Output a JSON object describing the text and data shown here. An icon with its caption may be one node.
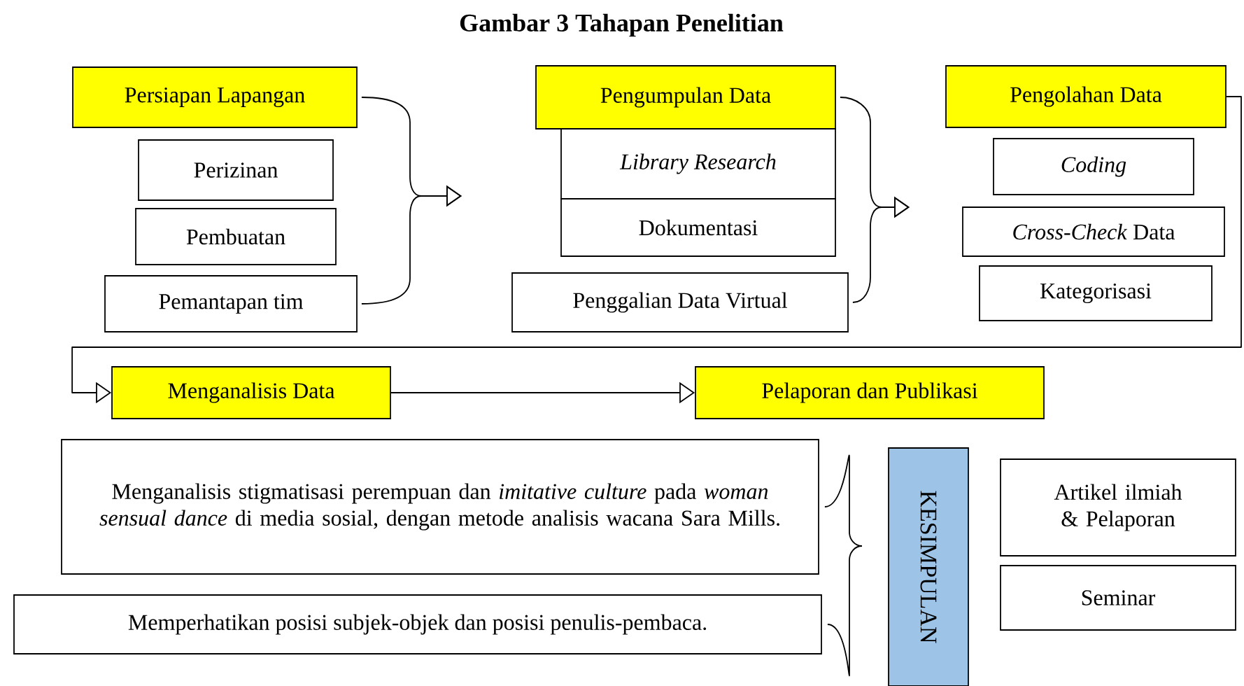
{
  "diagram": {
    "title": "Gambar 3 Tahapan Penelitian",
    "nodes": [
      {
        "text": [
          "Persiapan Lapangan"
        ]
      },
      {
        "text": [
          "Perizinan"
        ]
      },
      {
        "text": [
          "Pembuatan"
        ]
      },
      {
        "text": [
          "Pemantapan tim"
        ]
      },
      {
        "text": [
          "Pengumpulan Data"
        ]
      },
      {
        "text": [
          "Library Research"
        ]
      },
      {
        "text": [
          "Dokumentasi"
        ]
      },
      {
        "text": [
          "Penggalian Data Virtual"
        ]
      },
      {
        "text": [
          "Pengolahan Data"
        ]
      },
      {
        "text": [
          "Coding"
        ]
      },
      {
        "text": [
          "*Cross-Check* Data"
        ]
      },
      {
        "text": [
          "Kategorisasi"
        ]
      },
      {
        "text": [
          "Menganalisis Data"
        ]
      },
      {
        "text": [
          "Pelaporan dan Publikasi"
        ]
      },
      {
        "text": [
          "Menganalisis stigmatisasi perempuan dan *imitative culture* pada *woman sensual dance* di media sosial, dengan metode analisis wacana Sara Mills."
        ]
      },
      {
        "text": [
          "Memperhatikan posisi subjek-objek dan posisi penulis-pembaca."
        ]
      },
      {
        "text": [
          "KESIMPULAN"
        ]
      },
      {
        "text": [
          "Artikel ilmiah & Pelaporan"
        ]
      },
      {
        "text": [
          "Seminar"
        ]
      }
    ],
    "edges": [
      {
        "from": 0,
        "to": null,
        "arrow": "to"
      },
      {
        "from": 3,
        "to": null,
        "arrow": "to"
      },
      {
        "from": 4,
        "to": null,
        "arrow": "to"
      },
      {
        "from": 7,
        "to": null,
        "arrow": "to"
      },
      {
        "from": 8,
        "to": 12,
        "arrow": "to"
      },
      {
        "from": 12,
        "to": 13,
        "arrow": "to"
      },
      {
        "from": 14,
        "to": null,
        "arrow": "none"
      },
      {
        "from": 15,
        "to": null,
        "arrow": "none"
      }
    ]
  }
}
